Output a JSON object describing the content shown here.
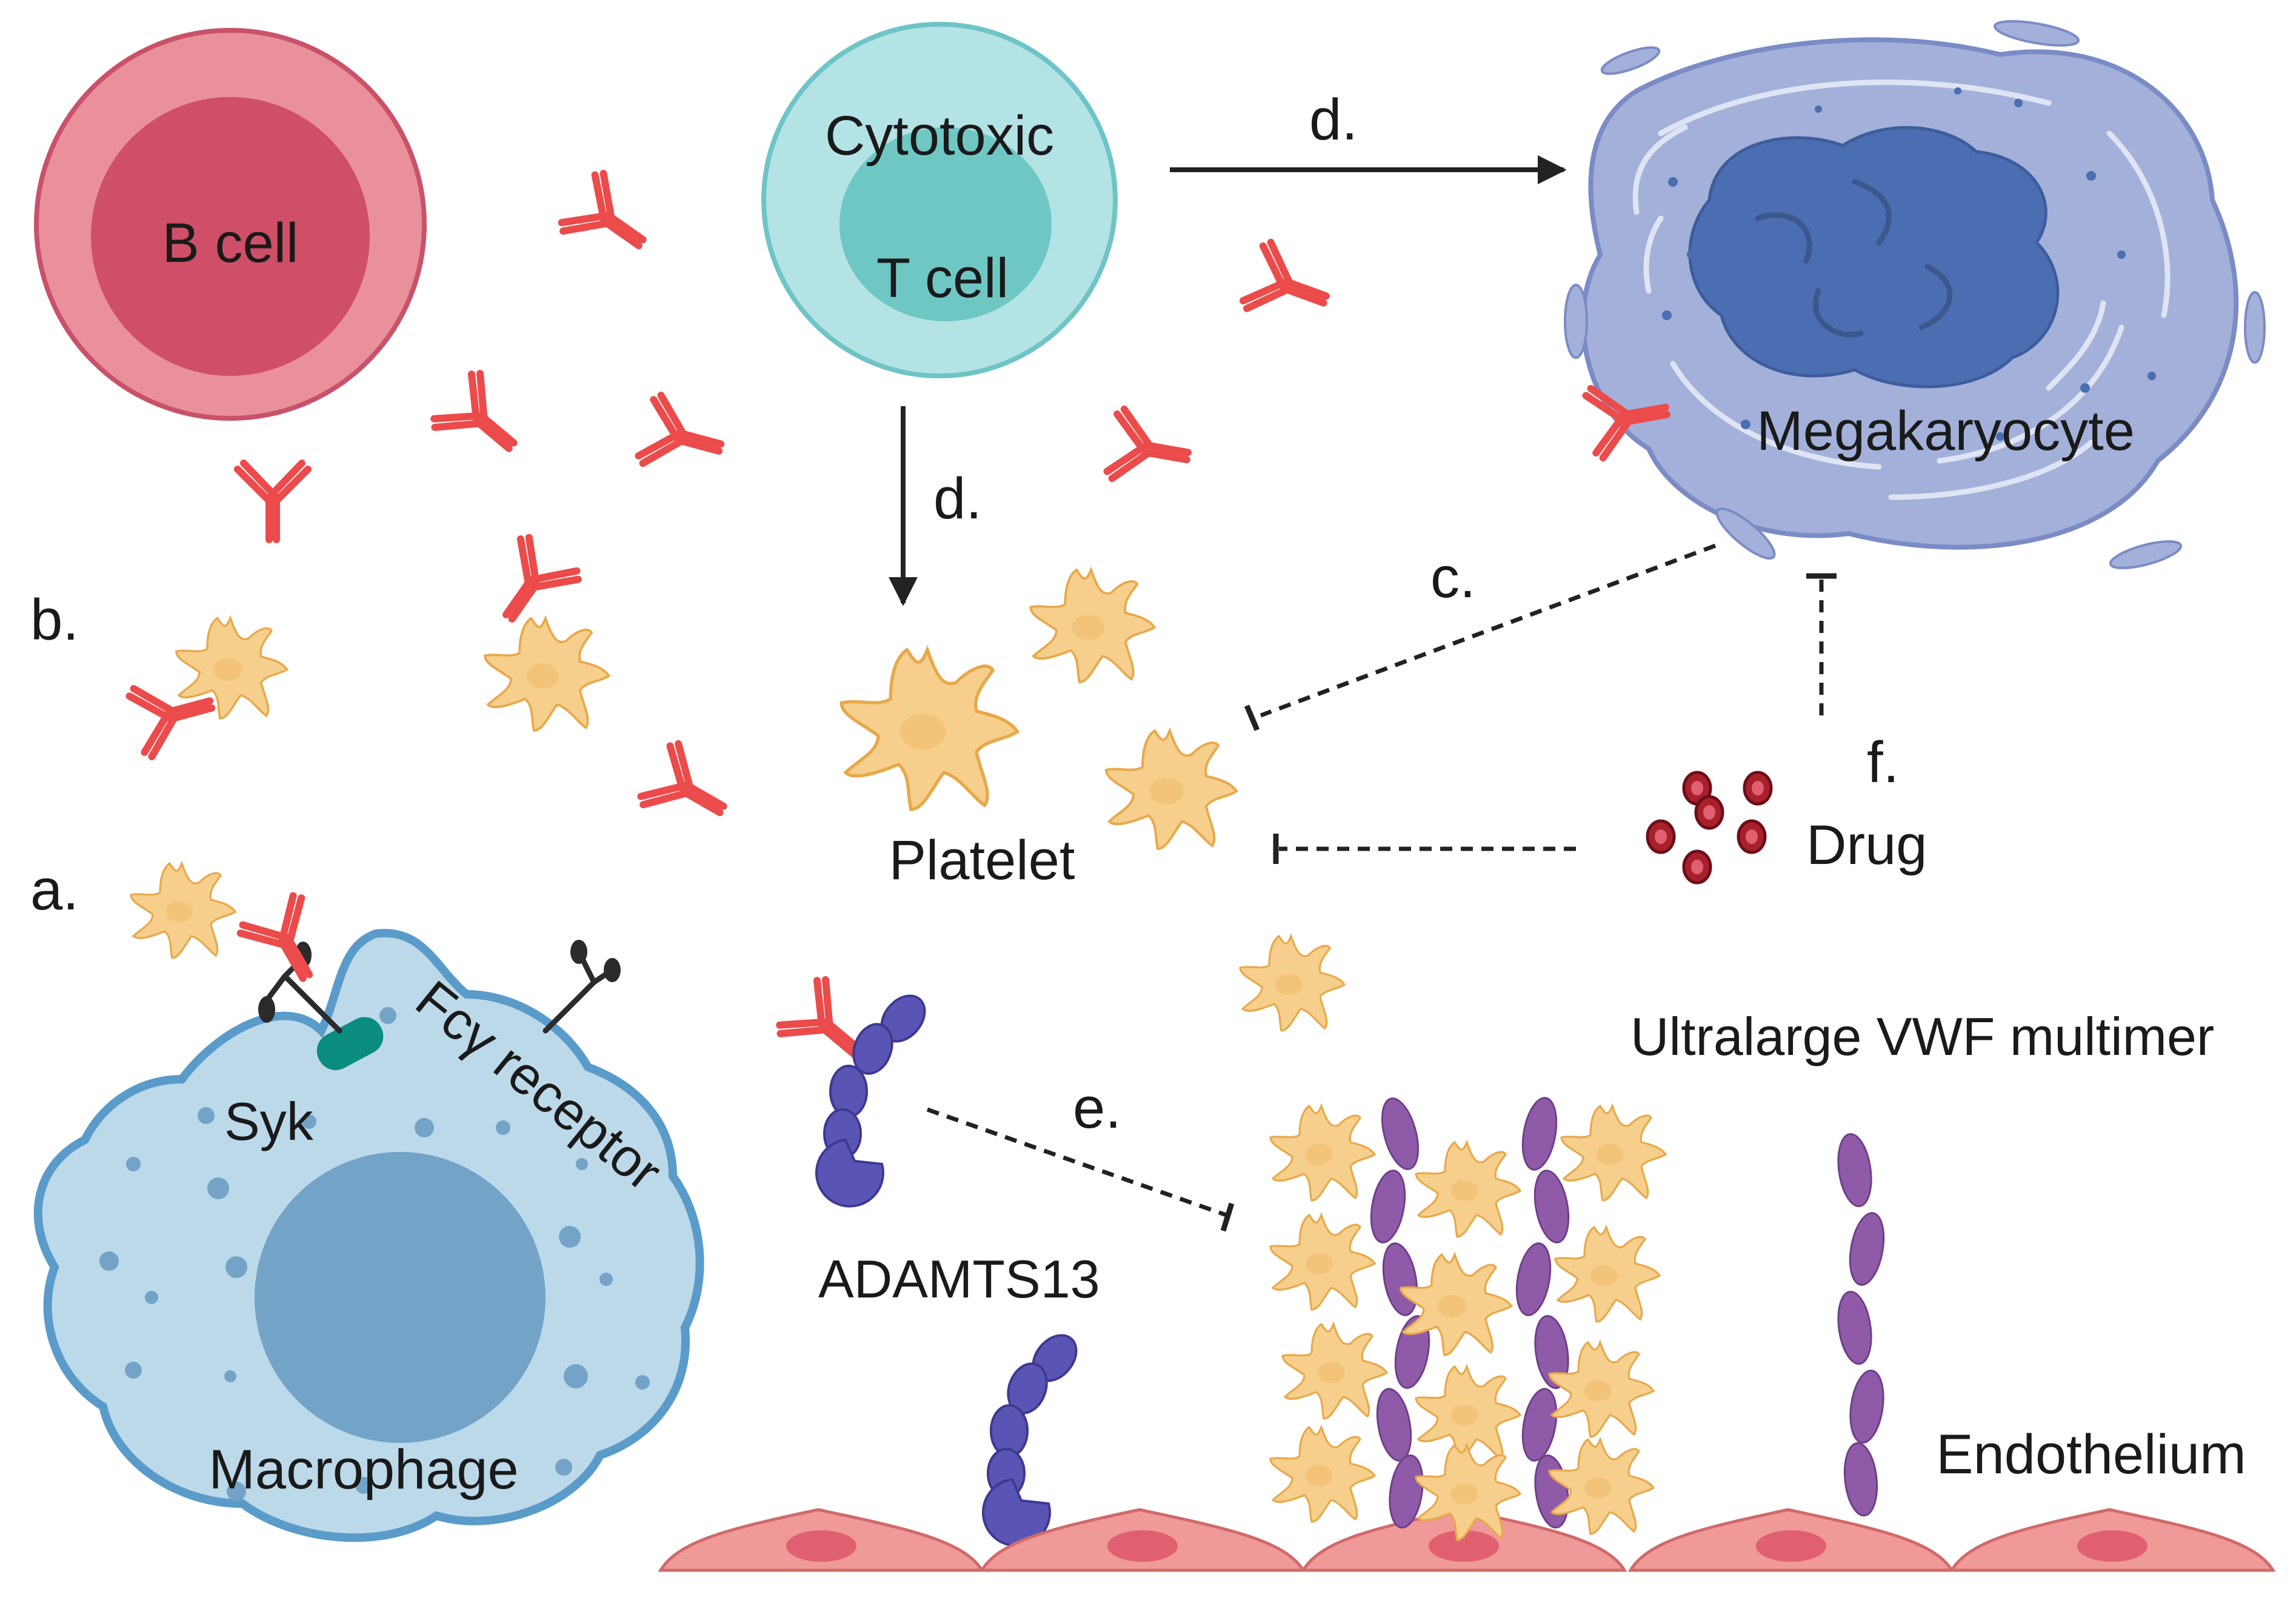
{
  "cells": {
    "b_cell": "B cell",
    "t_cell_line1": "Cytotoxic",
    "t_cell_line2": "T cell",
    "megakaryocyte": "Megakaryocyte",
    "macrophage": "Macrophage",
    "syk": "Syk",
    "fc_receptor": "Fcγ receptor",
    "platelet": "Platelet",
    "drug": "Drug",
    "adamts13": "ADAMTS13",
    "vwf": "Ultralarge VWF multimer",
    "endothelium": "Endothelium"
  },
  "markers": {
    "a": "a.",
    "b": "b.",
    "c": "c.",
    "d_top": "d.",
    "d_mid": "d.",
    "e": "e.",
    "f": "f."
  },
  "colors": {
    "b_cell_outer": "#e9909c",
    "b_cell_inner": "#cf4f68",
    "t_cell_outer": "#b4e3e5",
    "t_cell_inner": "#6fc7c4",
    "mk_body": "#a3b0d9",
    "mk_nucleus": "#4b6db1",
    "macrophage_body": "#bcd9ea",
    "macrophage_nucleus": "#73a3c7",
    "platelet": "#f6cf8d",
    "antibody": "#ec4b4b",
    "vwf": "#8f5ba8",
    "adamts13": "#5a55b5",
    "endothelium": "#ef9999",
    "drug": "#a9202d",
    "syk": "#0a8c7f"
  }
}
